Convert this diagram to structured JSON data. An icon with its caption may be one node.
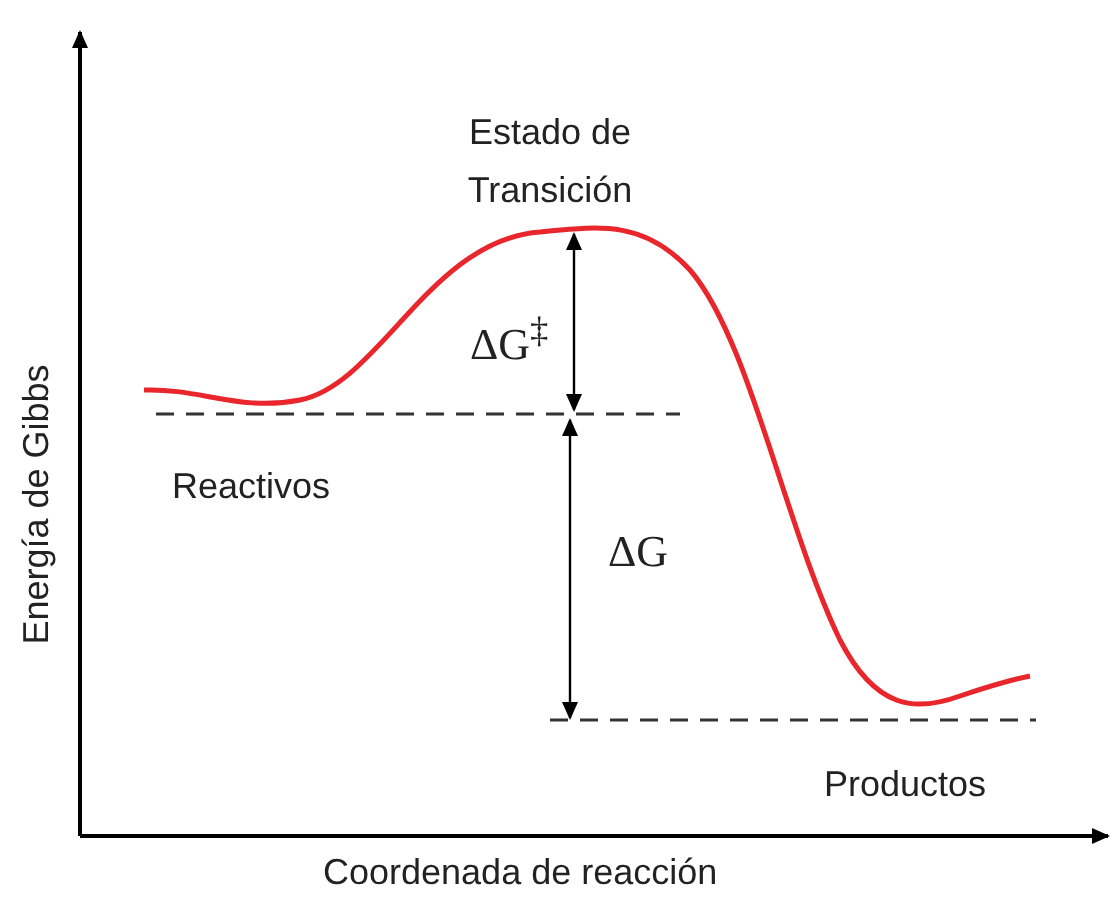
{
  "diagram": {
    "labels": [
      "Estado de Transición",
      "ΔG$^{‡}$",
      "Reactivos",
      "ΔG",
      "Productos",
      "Coordenada de reacción",
      "Energía de Gibbs"
    ]
  }
}
